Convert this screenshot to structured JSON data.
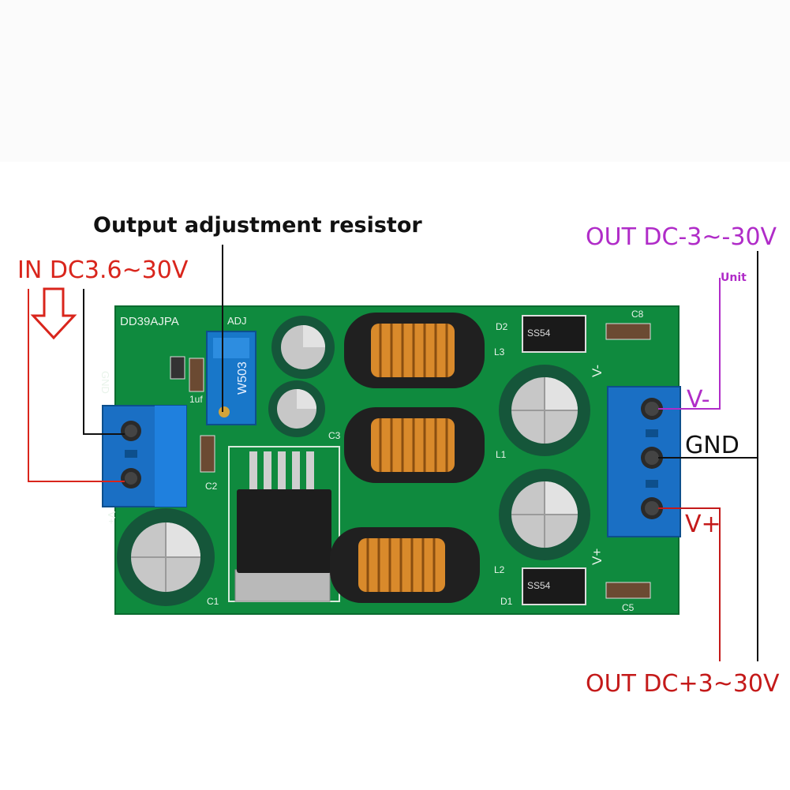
{
  "labels": {
    "adjust_resistor": "Output adjustment resistor",
    "input": "IN DC3.6~30V",
    "output_negative": "OUT DC-3~-30V",
    "unit": "Unit",
    "output_positive": "OUT DC+3~30V",
    "v_minus": "V-",
    "gnd": "GND",
    "v_plus": "V+"
  },
  "silkscreen": {
    "model": "DD39AJPA",
    "adj": "ADJ",
    "gnd": "GND",
    "cap_1uf": "1uf",
    "pot": "W503",
    "c1": "C1",
    "c2": "C2",
    "c3": "C3",
    "c5": "C5",
    "c8": "C8",
    "l1": "L1",
    "l2": "L2",
    "l3": "L3",
    "d1": "D1",
    "d2": "D2",
    "v_minus": "V-",
    "v_plus": "V+",
    "v_in": "V+",
    "diode_code": "SS54"
  },
  "colors": {
    "pcb": "#0f8a3e",
    "input_text": "#d9251c",
    "negative_text": "#b02cc8",
    "positive_text": "#c41a1a",
    "terminal_blue": "#1a6fc4",
    "copper": "#d98a2b"
  }
}
